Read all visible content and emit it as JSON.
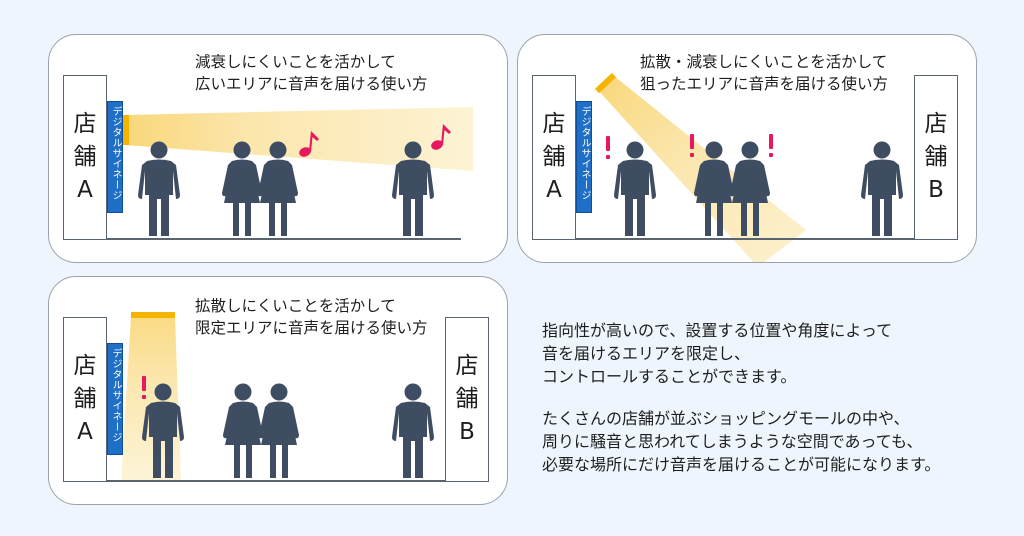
{
  "panel1": {
    "caption": [
      "減衰しにくいことを活かして",
      "広いエリアに音声を届ける使い方"
    ],
    "store_a": [
      "店",
      "舗",
      "A"
    ],
    "sign": "デジタルサイネージ",
    "note_icon": "music-note-icon"
  },
  "panel2": {
    "caption": [
      "拡散・減衰しにくいことを活かして",
      "狙ったエリアに音声を届ける使い方"
    ],
    "store_a": [
      "店",
      "舗",
      "A"
    ],
    "store_b": [
      "店",
      "舗",
      "B"
    ],
    "sign": "デジタルサイネージ",
    "alert_icon": "exclamation-icon"
  },
  "panel3": {
    "caption": [
      "拡散しにくいことを活かして",
      "限定エリアに音声を届ける使い方"
    ],
    "store_a": [
      "店",
      "舗",
      "A"
    ],
    "store_b": [
      "店",
      "舗",
      "B"
    ],
    "sign": "デジタルサイネージ",
    "alert_icon": "exclamation-icon"
  },
  "description": {
    "para1": [
      "指向性が高いので、設置する位置や角度によって",
      "音を届けるエリアを限定し、",
      "コントロールすることができます。"
    ],
    "para2": [
      "たくさんの店舗が並ぶショッピングモールの中や、",
      "周りに騒音と思われてしまうような空間であっても、",
      "必要な場所にだけ音声を届けることが可能になります。"
    ]
  },
  "colors": {
    "person": "#3f4d63",
    "beam": "#fbe7a8",
    "speaker": "#f5b400",
    "accent": "#e8185f",
    "signage": "#1f6fc6"
  }
}
